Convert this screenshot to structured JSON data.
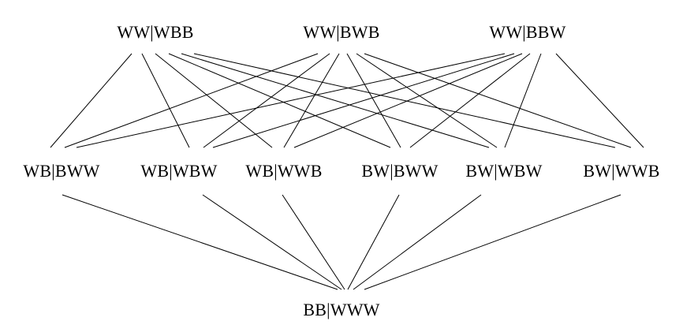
{
  "diagram": {
    "colors": {
      "line": "#000000",
      "text": "#000000",
      "background": "#ffffff"
    },
    "nodes": {
      "top": [
        "WW|WBB",
        "WW|BWB",
        "WW|BBW"
      ],
      "middle": [
        "WB|BWW",
        "WB|WBW",
        "WB|WWB",
        "BW|BWW",
        "BW|WBW",
        "BW|WWB"
      ],
      "bottom": [
        "BB|WWW"
      ]
    },
    "edges_top_to_middle": [
      [
        "WW|WBB",
        "WB|BWW"
      ],
      [
        "WW|WBB",
        "WB|WBW"
      ],
      [
        "WW|WBB",
        "WB|WWB"
      ],
      [
        "WW|WBB",
        "BW|BWW"
      ],
      [
        "WW|WBB",
        "BW|WBW"
      ],
      [
        "WW|WBB",
        "BW|WWB"
      ],
      [
        "WW|BWB",
        "WB|BWW"
      ],
      [
        "WW|BWB",
        "WB|WBW"
      ],
      [
        "WW|BWB",
        "WB|WWB"
      ],
      [
        "WW|BWB",
        "BW|BWW"
      ],
      [
        "WW|BWB",
        "BW|WBW"
      ],
      [
        "WW|BWB",
        "BW|WWB"
      ],
      [
        "WW|BBW",
        "WB|BWW"
      ],
      [
        "WW|BBW",
        "WB|WBW"
      ],
      [
        "WW|BBW",
        "WB|WWB"
      ],
      [
        "WW|BBW",
        "BW|BWW"
      ],
      [
        "WW|BBW",
        "BW|WBW"
      ],
      [
        "WW|BBW",
        "BW|WWB"
      ]
    ],
    "edges_middle_to_bottom": [
      [
        "WB|BWW",
        "BB|WWW"
      ],
      [
        "WB|WBW",
        "BB|WWW"
      ],
      [
        "WB|WWB",
        "BB|WWW"
      ],
      [
        "BW|BWW",
        "BB|WWW"
      ],
      [
        "BW|WBW",
        "BB|WWW"
      ],
      [
        "BW|WWB",
        "BB|WWW"
      ]
    ]
  }
}
